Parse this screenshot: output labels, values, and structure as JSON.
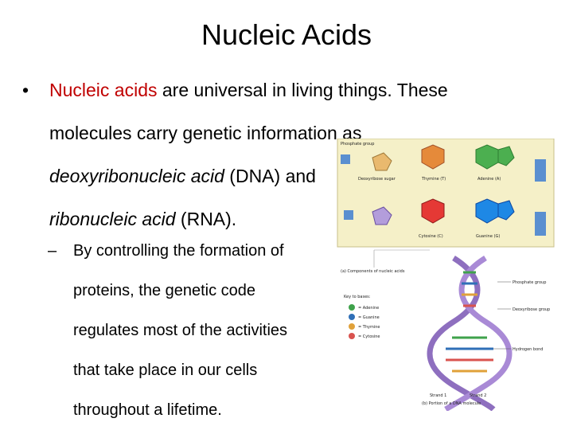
{
  "slide": {
    "title": "Nucleic Acids",
    "bullet": {
      "marker": "•",
      "highlight": "Nucleic acids",
      "line1_rest": " are universal in living things.  These",
      "line2": "molecules carry genetic information as",
      "dna_term": "deoxyribonucleic acid",
      "dna_rest": " (DNA) and",
      "rna_term": "ribonucleic acid",
      "rna_rest": " (RNA)."
    },
    "sub_bullet": {
      "marker": "–",
      "lines": [
        "By controlling the formation of",
        "proteins, the genetic code",
        "regulates most of the activities",
        "that take place in our cells",
        "throughout a lifetime."
      ]
    },
    "accent_color": "#C00000"
  },
  "figure": {
    "top_labels": {
      "phosphate": "Phosphate group",
      "sugar": "Deoxyribose sugar",
      "thymine": "Thymine (T)",
      "adenine": "Adenine (A)",
      "cytosine": "Cytosine (C)",
      "guanine": "Guanine (G)"
    },
    "caption_a": "(a) Components of nucleic acids",
    "key": {
      "title": "Key to bases:",
      "items": [
        "= Adenine",
        "= Guanine",
        "= Thymine",
        "= Cytosine"
      ],
      "colors": [
        "#3fa24b",
        "#2f6fb7",
        "#e0a13a",
        "#d9534f"
      ]
    },
    "right_labels": [
      "Phosphate group",
      "Deoxyribose group",
      "Hydrogen bond"
    ],
    "strand_labels": [
      "Strand 1",
      "Strand 2"
    ],
    "caption_b": "(b) Portion of a DNA molecule"
  }
}
